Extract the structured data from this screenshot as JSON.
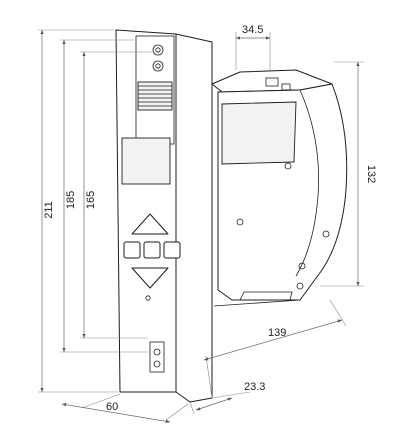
{
  "dimensions": {
    "width_top": "34.5",
    "height_total": "211",
    "height_185": "185",
    "height_165": "165",
    "height_right": "132",
    "depth": "139",
    "thickness": "23.3",
    "width_front": "60"
  },
  "colors": {
    "line": "#1e1e1e",
    "dimension_line": "#6a6a6a",
    "background": "#ffffff"
  },
  "icons": {
    "up_arrow": "triangle-up-icon",
    "down_arrow": "triangle-down-icon"
  }
}
